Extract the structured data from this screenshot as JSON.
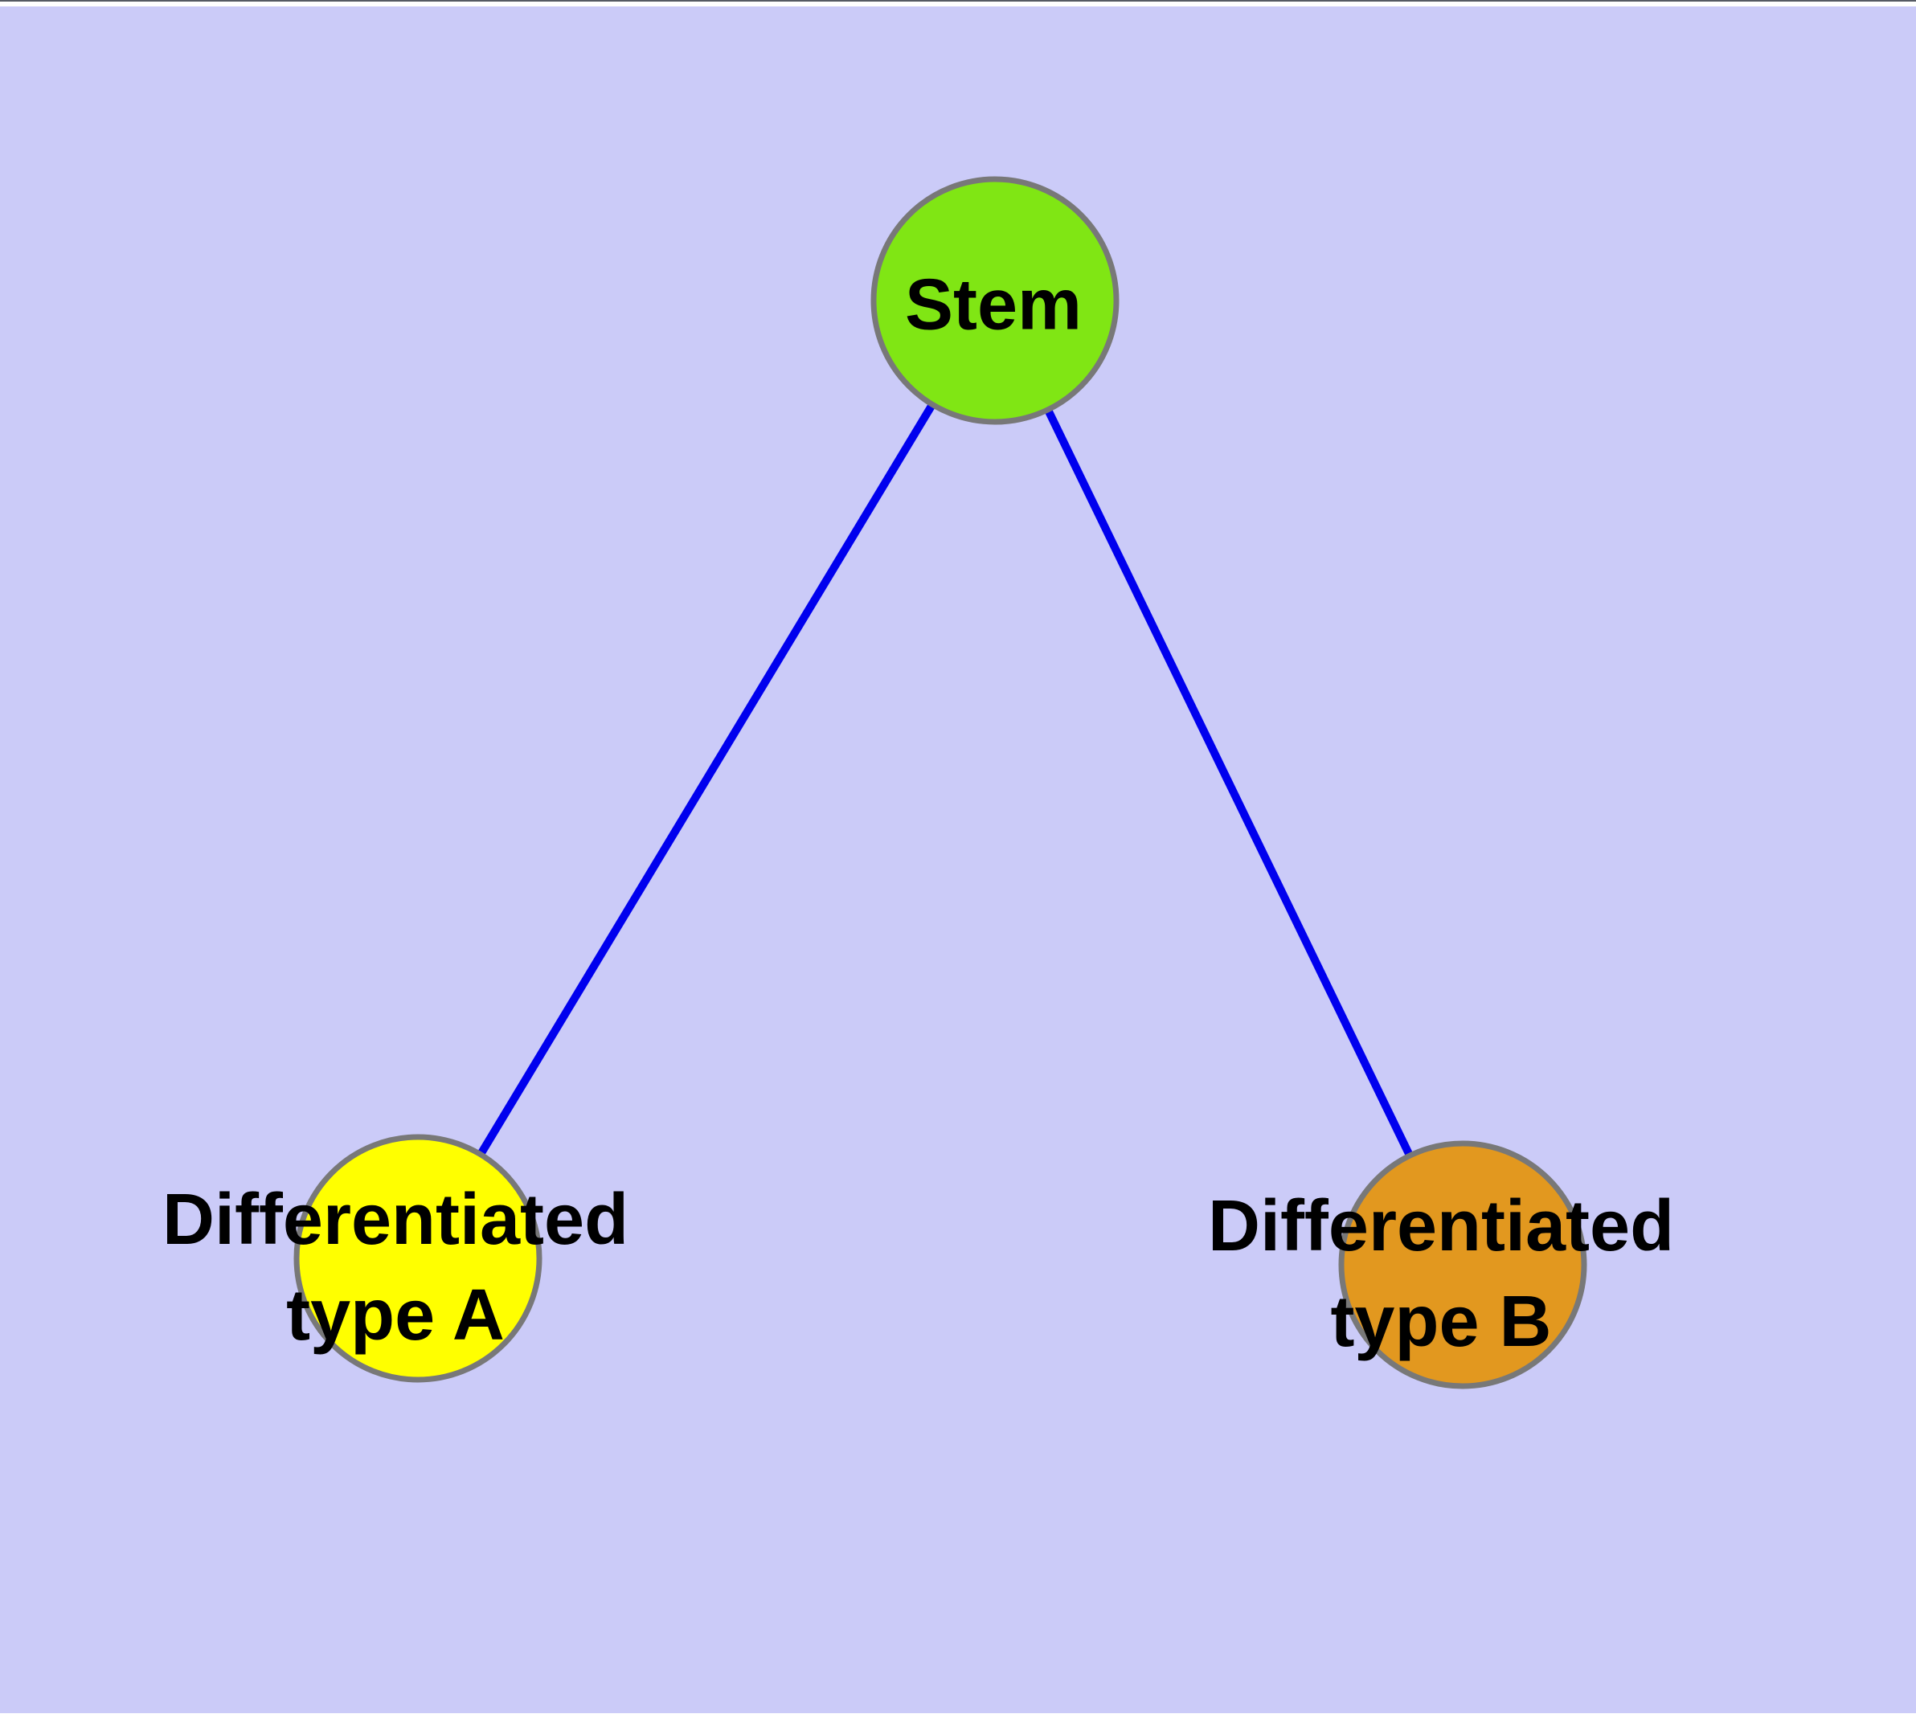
{
  "diagram": {
    "canvas_background": "#CBCBF8",
    "edge_color": "#0000EE",
    "node_border_color": "#787878",
    "text_color": "#000000",
    "nodes": [
      {
        "id": "stem",
        "label": "Stem",
        "label_lines": [
          "Stem"
        ],
        "fill": "#80E614"
      },
      {
        "id": "type-a",
        "label": "Differentiated type A",
        "label_lines": [
          "Differentiated",
          "type A"
        ],
        "fill": "#FFFF00"
      },
      {
        "id": "type-b",
        "label": "Differentiated type B",
        "label_lines": [
          "Differentiated",
          "type B"
        ],
        "fill": "#E2981F"
      }
    ],
    "edges": [
      {
        "from": "Stem",
        "to": "Differentiated type A"
      },
      {
        "from": "Stem",
        "to": "Differentiated type B"
      }
    ]
  }
}
